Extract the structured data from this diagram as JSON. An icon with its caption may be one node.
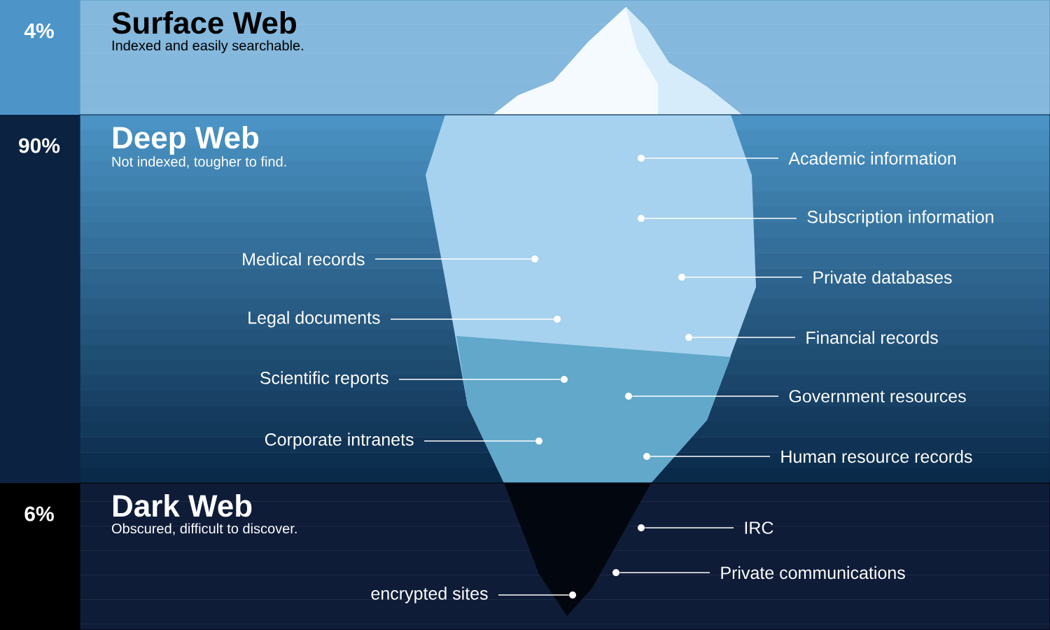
{
  "diagram": {
    "nodes": [
      {
        "text": [
          "Surface Web",
          "Indexed and easily searchable."
        ],
        "beside": [
          "4%"
        ]
      },
      {
        "text": [
          "Deep Web",
          "Not indexed, tougher to find."
        ],
        "beside": [
          "90%"
        ]
      },
      {
        "text": [
          "Dark Web",
          "Obscured, difficult to discover."
        ],
        "beside": [
          "6%"
        ]
      },
      {
        "text": [
          "Academic information"
        ],
        "in": 1
      },
      {
        "text": [
          "Subscription information"
        ],
        "in": 1
      },
      {
        "text": [
          "Medical records"
        ],
        "in": 1
      },
      {
        "text": [
          "Private databases"
        ],
        "in": 1
      },
      {
        "text": [
          "Legal documents"
        ],
        "in": 1
      },
      {
        "text": [
          "Financial records"
        ],
        "in": 1
      },
      {
        "text": [
          "Scientific reports"
        ],
        "in": 1
      },
      {
        "text": [
          "Government resources"
        ],
        "in": 1
      },
      {
        "text": [
          "Corporate intranets"
        ],
        "in": 1
      },
      {
        "text": [
          "Human resource records"
        ],
        "in": 1
      },
      {
        "text": [
          "IRC"
        ],
        "in": 2
      },
      {
        "text": [
          "Private communications"
        ],
        "in": 2
      },
      {
        "text": [
          "encrypted sites"
        ],
        "in": 2
      },
      {
        "text": [],
        "shape": "circle",
        "in": 1
      },
      {
        "text": [],
        "shape": "circle",
        "in": 1
      },
      {
        "text": [],
        "shape": "circle",
        "in": 1
      },
      {
        "text": [],
        "shape": "circle",
        "in": 1
      },
      {
        "text": [],
        "shape": "circle",
        "in": 1
      },
      {
        "text": [],
        "shape": "circle",
        "in": 1
      },
      {
        "text": [],
        "shape": "circle",
        "in": 1
      },
      {
        "text": [],
        "shape": "circle",
        "in": 1
      },
      {
        "text": [],
        "shape": "circle",
        "in": 1
      },
      {
        "text": [],
        "shape": "circle",
        "in": 1
      },
      {
        "text": [],
        "shape": "circle",
        "in": 2
      },
      {
        "text": [],
        "shape": "circle",
        "in": 2
      },
      {
        "text": [],
        "shape": "circle",
        "in": 2
      }
    ],
    "edges": [
      {
        "from": 3,
        "to": 16,
        "arrow": "none"
      },
      {
        "from": 4,
        "to": 17,
        "arrow": "none"
      },
      {
        "from": 5,
        "to": 18,
        "arrow": "none"
      },
      {
        "from": 6,
        "to": 19,
        "arrow": "none"
      },
      {
        "from": 7,
        "to": 20,
        "arrow": "none"
      },
      {
        "from": 8,
        "to": 21,
        "arrow": "none"
      },
      {
        "from": 9,
        "to": 22,
        "arrow": "none"
      },
      {
        "from": 10,
        "to": 23,
        "arrow": "none"
      },
      {
        "from": 11,
        "to": 24,
        "arrow": "none"
      },
      {
        "from": 12,
        "to": 25,
        "arrow": "none"
      },
      {
        "from": 13,
        "to": 26,
        "arrow": "none"
      },
      {
        "from": 14,
        "to": 27,
        "arrow": "none"
      },
      {
        "from": 15,
        "to": 28,
        "arrow": "none"
      }
    ]
  }
}
